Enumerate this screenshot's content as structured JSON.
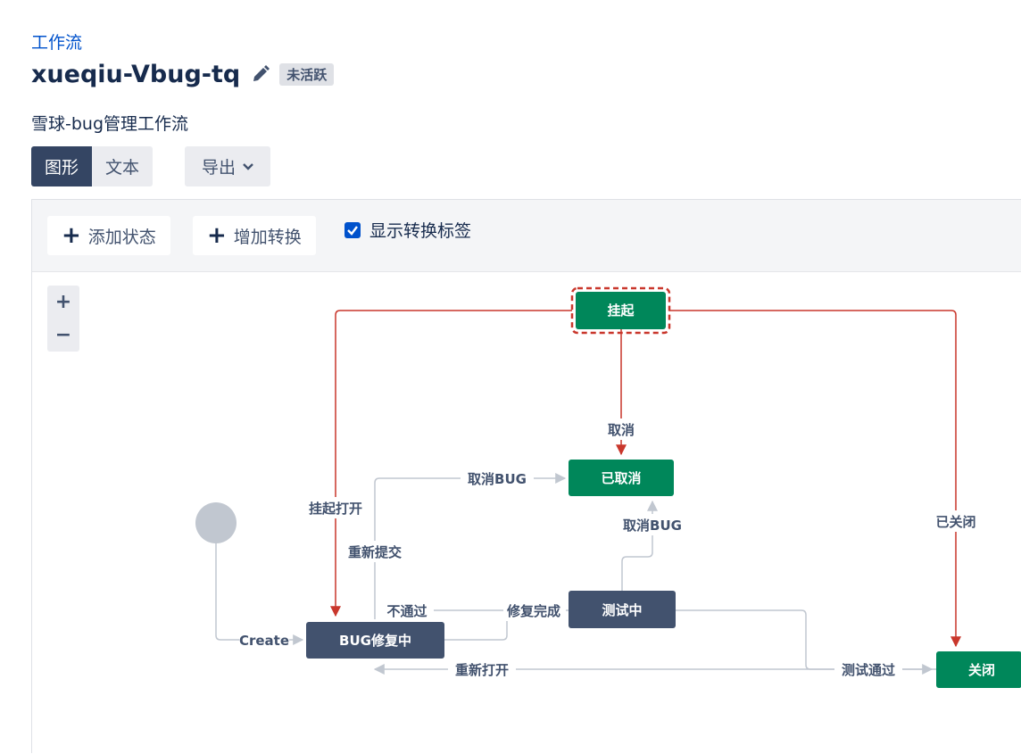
{
  "breadcrumb": "工作流",
  "workflow": {
    "title": "xueqiu-Vbug-tq",
    "status": "未活跃",
    "description": "雪球-bug管理工作流"
  },
  "view_toggle": {
    "graph": "图形",
    "text": "文本"
  },
  "export_label": "导出",
  "toolbar": {
    "add_status": "添加状态",
    "add_transition": "增加转换",
    "show_labels": "显示转换标签"
  },
  "zoom": {
    "in": "+",
    "out": "−"
  },
  "nodes": {
    "suspend": "挂起",
    "cancelled": "已取消",
    "testing": "测试中",
    "fixing": "BUG修复中",
    "closed": "关闭"
  },
  "transitions": {
    "cancel": "取消",
    "cancel_bug_1": "取消BUG",
    "cancel_bug_2": "取消BUG",
    "suspend_open": "挂起打开",
    "resubmit": "重新提交",
    "closed_label": "已关闭",
    "not_passed": "不通过",
    "fix_done": "修复完成",
    "create": "Create",
    "reopen": "重新打开",
    "test_passed": "测试通过"
  },
  "colors": {
    "green": "#00875a",
    "dark": "#42526e",
    "red": "#c9372c",
    "grey_line": "#c1c7d0"
  }
}
